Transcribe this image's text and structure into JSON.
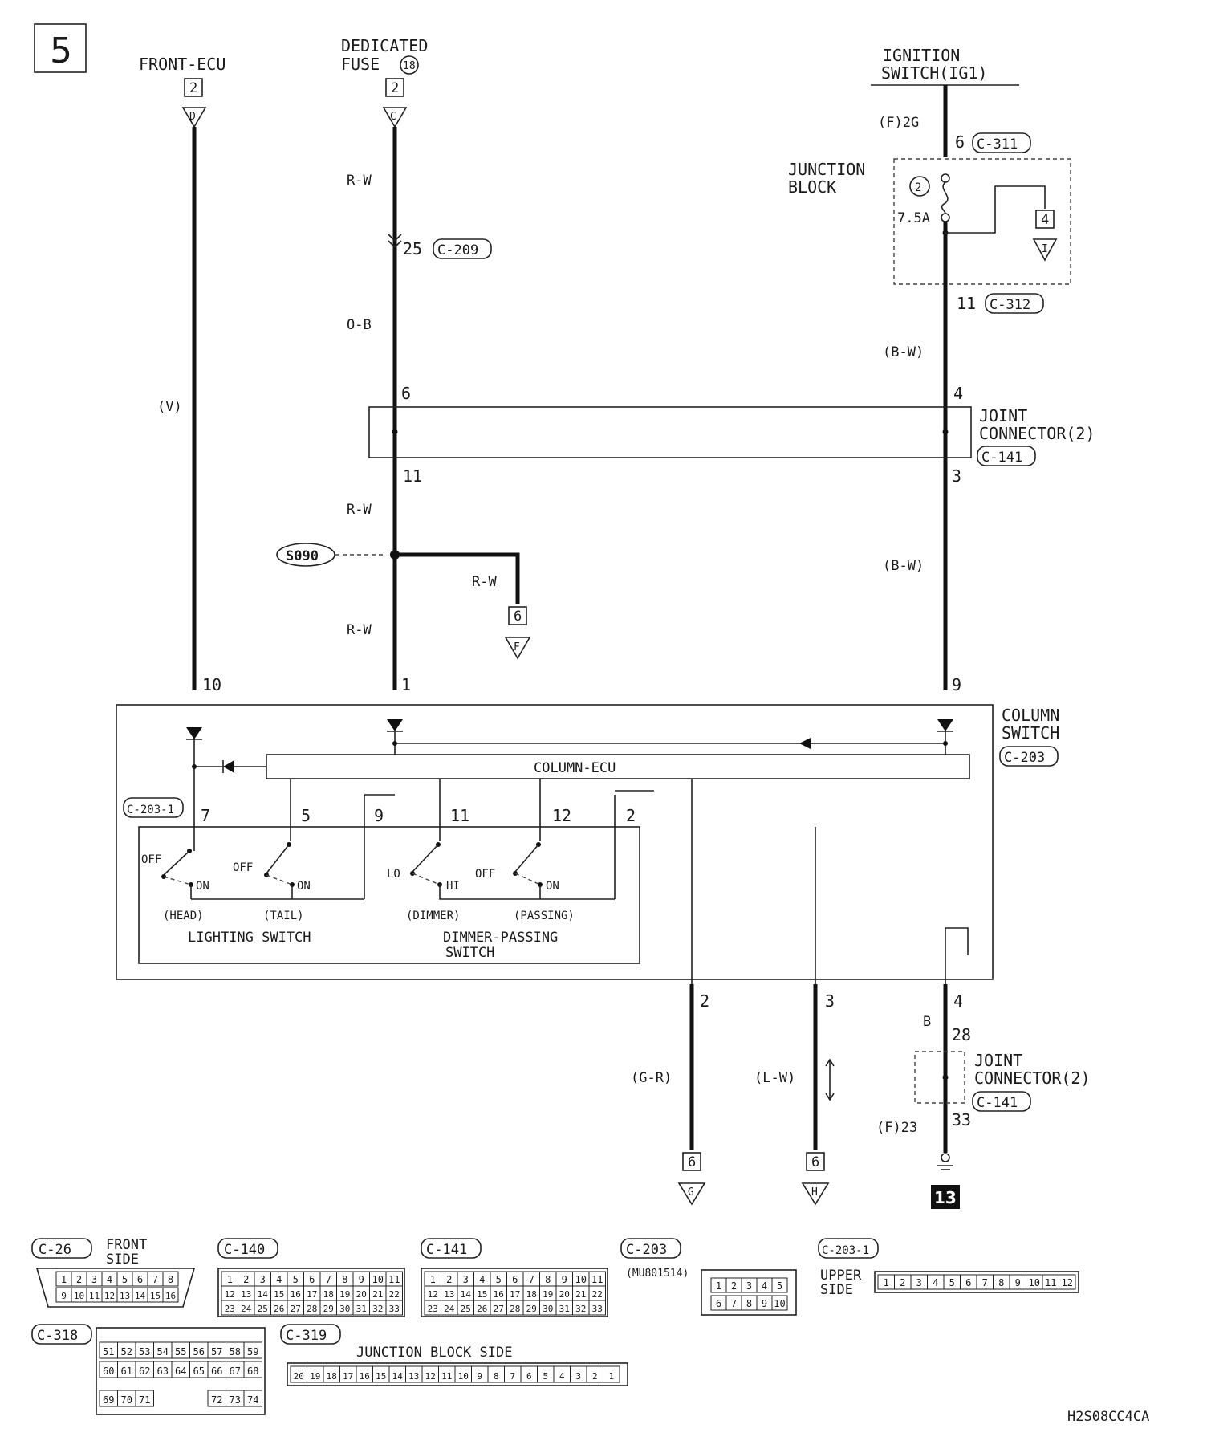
{
  "page_number": "5",
  "diagram_code": "H2S08CC4CA",
  "sources": {
    "front_ecu": {
      "label": "FRONT-ECU",
      "ref": "2",
      "arrow": "D"
    },
    "dedicated_fuse": {
      "line1": "DEDICATED",
      "line2": "FUSE",
      "fuse_no": "18",
      "ref": "2",
      "arrow": "C"
    },
    "ignition_switch": {
      "line1": "IGNITION",
      "line2": "SWITCH(IG1)"
    }
  },
  "wires": {
    "front_ecu_wire": "(V)",
    "fuse_wire_1": "R-W",
    "fuse_wire_2": "O-B",
    "fuse_wire_3": "R-W",
    "fuse_wire_4": "R-W",
    "branch_wire": "R-W",
    "ign_wire_1": "(B-W)",
    "ign_wire_2": "(B-W)",
    "ign_label": "(F)2G",
    "out_g": "(G-R)",
    "out_h": "(L-W)",
    "ground_wire": "B",
    "ground_label": "(F)23"
  },
  "pins": {
    "p_c311": "6",
    "p_c312": "11",
    "p_c209": "25",
    "p_jc_in_left": "6",
    "p_jc_out_left": "11",
    "p_jc_in_right": "4",
    "p_jc_out_right": "3",
    "p_col_10": "10",
    "p_col_1": "1",
    "p_col_9": "9",
    "p_sw_7": "7",
    "p_sw_5": "5",
    "p_sw_9": "9",
    "p_sw_11": "11",
    "p_sw_12": "12",
    "p_sw_2": "2",
    "p_out_2": "2",
    "p_out_3": "3",
    "p_out_4": "4",
    "p_jc2_28": "28",
    "p_jc2_33": "33"
  },
  "connectors": {
    "c311": "C-311",
    "c312": "C-312",
    "c209": "C-209",
    "c141_top": "C-141",
    "c141_bottom": "C-141",
    "c203": "C-203",
    "c203_1": "C-203-1"
  },
  "junction_block": {
    "line1": "JUNCTION",
    "line2": "BLOCK",
    "fuse_no": "2",
    "fuse_rating": "7.5A",
    "ref": "4",
    "arrow": "I"
  },
  "joint_connector": {
    "line1": "JOINT",
    "line2": "CONNECTOR(2)"
  },
  "splice": "S090",
  "branch_ref": {
    "ref": "6",
    "arrow": "F"
  },
  "column_switch": {
    "line1": "COLUMN",
    "line2": "SWITCH",
    "ecu_label": "COLUMN-ECU"
  },
  "switches": {
    "off": "OFF",
    "on": "ON",
    "lo": "LO",
    "hi": "HI",
    "head": "(HEAD)",
    "tail": "(TAIL)",
    "dimmer": "(DIMMER)",
    "passing": "(PASSING)",
    "lighting_switch": "LIGHTING SWITCH",
    "dimmer_passing_1": "DIMMER-PASSING",
    "dimmer_passing_2": "SWITCH"
  },
  "outputs": {
    "g": {
      "ref": "6",
      "arrow": "G"
    },
    "h": {
      "ref": "6",
      "arrow": "H"
    },
    "ground_no": "13"
  },
  "connector_views": {
    "c26": {
      "name": "C-26",
      "caption1": "FRONT",
      "caption2": "SIDE",
      "row1": [
        "1",
        "2",
        "3",
        "4",
        "5",
        "6",
        "7",
        "8"
      ],
      "row2": [
        "9",
        "10",
        "11",
        "12",
        "13",
        "14",
        "15",
        "16"
      ]
    },
    "c140": {
      "name": "C-140",
      "row1": [
        "1",
        "2",
        "3",
        "4",
        "5",
        "6",
        "7",
        "8",
        "9",
        "10",
        "11"
      ],
      "row2": [
        "12",
        "13",
        "14",
        "15",
        "16",
        "17",
        "18",
        "19",
        "20",
        "21",
        "22"
      ],
      "row3": [
        "23",
        "24",
        "25",
        "26",
        "27",
        "28",
        "29",
        "30",
        "31",
        "32",
        "33"
      ]
    },
    "c141": {
      "name": "C-141",
      "row1": [
        "1",
        "2",
        "3",
        "4",
        "5",
        "6",
        "7",
        "8",
        "9",
        "10",
        "11"
      ],
      "row2": [
        "12",
        "13",
        "14",
        "15",
        "16",
        "17",
        "18",
        "19",
        "20",
        "21",
        "22"
      ],
      "row3": [
        "23",
        "24",
        "25",
        "26",
        "27",
        "28",
        "29",
        "30",
        "31",
        "32",
        "33"
      ]
    },
    "c203": {
      "name": "C-203",
      "part_no": "(MU801514)",
      "row1": [
        "1",
        "2",
        "3",
        "4",
        "5"
      ],
      "row2": [
        "6",
        "7",
        "8",
        "9",
        "10"
      ]
    },
    "c203_1": {
      "name": "C-203-1",
      "caption1": "UPPER",
      "caption2": "SIDE",
      "row1": [
        "1",
        "2",
        "3",
        "4",
        "5",
        "6",
        "7",
        "8",
        "9",
        "10",
        "11",
        "12"
      ]
    },
    "c318": {
      "name": "C-318",
      "row1": [
        "51",
        "52",
        "53",
        "54",
        "55",
        "56",
        "57",
        "58",
        "59"
      ],
      "row2": [
        "60",
        "61",
        "62",
        "63",
        "64",
        "65",
        "66",
        "67",
        "68"
      ],
      "row3a": [
        "69",
        "70",
        "71"
      ],
      "row3b": [
        "72",
        "73",
        "74"
      ]
    },
    "c319": {
      "name": "C-319",
      "caption": "JUNCTION BLOCK SIDE",
      "row1": [
        "20",
        "19",
        "18",
        "17",
        "16",
        "15",
        "14",
        "13",
        "12",
        "11",
        "10",
        "9",
        "8",
        "7",
        "6",
        "5",
        "4",
        "3",
        "2",
        "1"
      ]
    }
  }
}
